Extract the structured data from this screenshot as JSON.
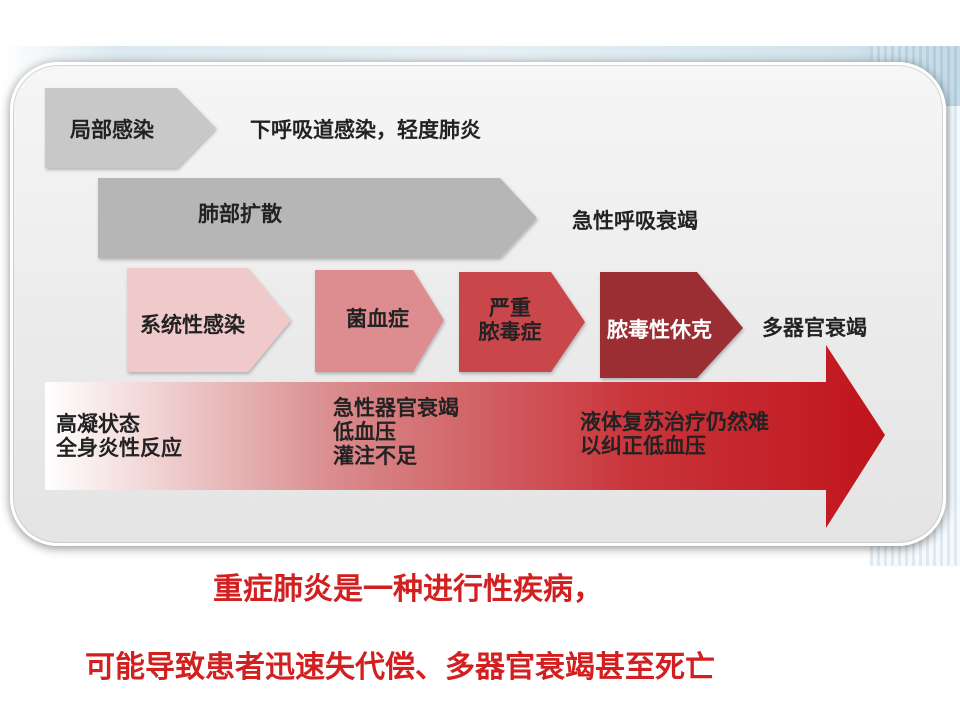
{
  "stages": [
    {
      "label": "局部感染",
      "desc": "下呼吸道感染，轻度肺炎"
    },
    {
      "label": "肺部扩散",
      "desc": "急性呼吸衰竭"
    },
    {
      "label": "系统性感染"
    },
    {
      "label": "菌血症"
    },
    {
      "label": "严重\n脓毒症"
    },
    {
      "label": "脓毒性休克",
      "desc": "多器官衰竭"
    }
  ],
  "timeline": [
    {
      "text": "高凝状态\n全身炎性反应"
    },
    {
      "text": "急性器官衰竭\n低血压\n灌注不足"
    },
    {
      "text": "液体复苏治疗仍然难\n以纠正低血压"
    }
  ],
  "conclusion": [
    "重症肺炎是一种进行性疾病，",
    "可能导致患者迅速失代偿、多器官衰竭甚至死亡"
  ],
  "colors": {
    "gray_light": "#c8c8c8",
    "gray_mid": "#b4b4b4",
    "pink_light": "#f0c9cb",
    "pink_mid": "#dd8d8f",
    "red_mid": "#c9474b",
    "red_dark": "#9a2f33",
    "accent_red": "#d21f1f"
  }
}
